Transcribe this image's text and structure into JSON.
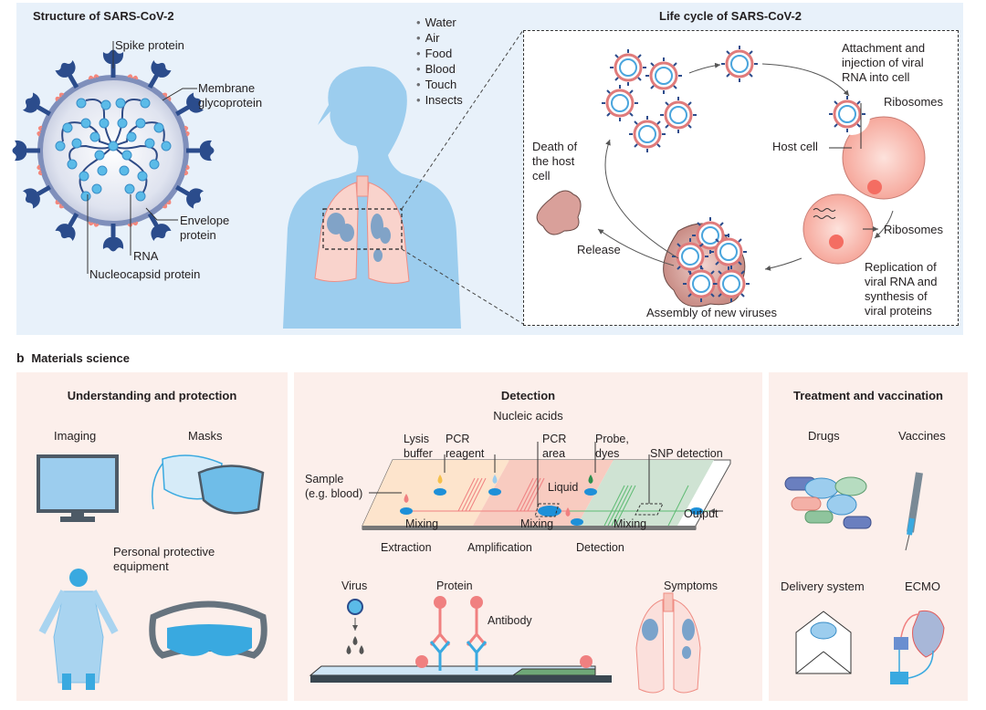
{
  "panel_a": {
    "structure": {
      "title": "Structure of SARS-CoV-2",
      "labels": {
        "spike": "Spike protein",
        "membrane_1": "Membrane",
        "membrane_2": "glycoprotein",
        "envelope_1": "Envelope",
        "envelope_2": "protein",
        "rna": "RNA",
        "nucleocapsid": "Nucleocapsid protein"
      }
    },
    "transmission": {
      "routes": [
        "Water",
        "Air",
        "Food",
        "Blood",
        "Touch",
        "Insects"
      ]
    },
    "lifecycle": {
      "title": "Life cycle of SARS-CoV-2",
      "labels": {
        "attachment_1": "Attachment and",
        "attachment_2": "injection of viral",
        "attachment_3": "RNA into cell",
        "ribosomes_top": "Ribosomes",
        "host_cell": "Host cell",
        "ribosomes_mid": "Ribosomes",
        "replication_1": "Replication of",
        "replication_2": "viral RNA and",
        "replication_3": "synthesis of",
        "replication_4": "viral proteins",
        "assembly": "Assembly of new viruses",
        "release": "Release",
        "death_1": "Death of",
        "death_2": "the host",
        "death_3": "cell"
      }
    }
  },
  "panel_b": {
    "letter": "b",
    "heading": "Materials science",
    "understanding": {
      "title": "Understanding and protection",
      "imaging": "Imaging",
      "masks": "Masks",
      "ppe_1": "Personal protective",
      "ppe_2": "equipment"
    },
    "detection": {
      "title": "Detection",
      "subtitle": "Nucleic acids",
      "chip_labels": {
        "sample_1": "Sample",
        "sample_2": "(e.g. blood)",
        "lysis_1": "Lysis",
        "lysis_2": "buffer",
        "pcr_reagent_1": "PCR",
        "pcr_reagent_2": "reagent",
        "pcr_area_1": "PCR",
        "pcr_area_2": "area",
        "probe_1": "Probe,",
        "probe_2": "dyes",
        "snp": "SNP detection",
        "liquid": "Liquid",
        "output": "Output",
        "mixing_1": "Mixing",
        "mixing_2": "Mixing",
        "mixing_3": "Mixing"
      },
      "stages": [
        "Extraction",
        "Amplification",
        "Detection"
      ],
      "virus": "Virus",
      "protein": "Protein",
      "antibody": "Antibody",
      "symptoms": "Symptoms"
    },
    "treatment": {
      "title": "Treatment and vaccination",
      "drugs": "Drugs",
      "vaccines": "Vaccines",
      "delivery": "Delivery system",
      "ecmo": "ECMO"
    }
  },
  "colors": {
    "panel_a_bg": "#e8f1fa",
    "panel_b_bg": "#fcefeb",
    "spike_navy": "#2b4c8c",
    "nucleocapsid_blue": "#5bbbe8",
    "membrane_pink": "#f4877c",
    "body_blue": "#9ccdee",
    "lung_pink": "#f7c6bd",
    "cell_pink": "#f8b3a8"
  }
}
